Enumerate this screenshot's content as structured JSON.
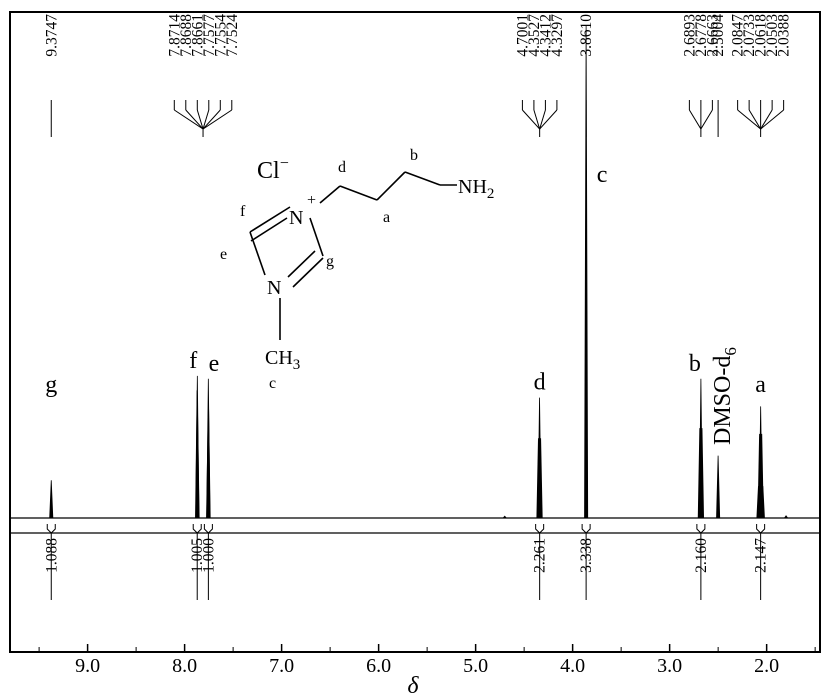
{
  "chart_data": {
    "type": "line",
    "xlabel": "δ",
    "xlim": [
      9.8,
      1.45
    ],
    "ticks": [
      9.0,
      8.0,
      7.0,
      6.0,
      5.0,
      4.0,
      3.0,
      2.0
    ],
    "tick_labels": [
      "9.0",
      "8.0",
      "7.0",
      "6.0",
      "5.0",
      "4.0",
      "3.0",
      "2.0"
    ],
    "peak_lists": [
      {
        "labels": [
          "9.3747"
        ],
        "center": 9.3747
      },
      {
        "labels": [
          "7.8714",
          "7.8688",
          "7.8661",
          "7.7577",
          "7.7554",
          "7.7524"
        ],
        "center": 7.81
      },
      {
        "labels": [
          "4.7001",
          "4.3527",
          "4.3412",
          "4.3297"
        ],
        "center": 4.34
      },
      {
        "labels": [
          "3.8610"
        ],
        "center": 3.861
      },
      {
        "labels": [
          "2.6893",
          "2.6778",
          "2.6663"
        ],
        "center": 2.678
      },
      {
        "labels": [
          "2.5004"
        ],
        "center": 2.5004
      },
      {
        "labels": [
          "2.0847",
          "2.0733",
          "2.0618",
          "2.0503",
          "2.0388"
        ],
        "center": 2.062
      }
    ],
    "peaks": [
      {
        "x": 9.3747,
        "h": 0.26
      },
      {
        "x": 7.8714,
        "h": 0.88
      },
      {
        "x": 7.8688,
        "h": 0.98
      },
      {
        "x": 7.8661,
        "h": 0.7
      },
      {
        "x": 7.7577,
        "h": 0.69
      },
      {
        "x": 7.7554,
        "h": 0.96
      },
      {
        "x": 7.7524,
        "h": 0.75
      },
      {
        "x": 4.7001,
        "h": 0.012
      },
      {
        "x": 4.3527,
        "h": 0.55
      },
      {
        "x": 4.3412,
        "h": 0.83
      },
      {
        "x": 4.3297,
        "h": 0.55
      },
      {
        "x": 3.861,
        "h": 4.5
      },
      {
        "x": 2.6893,
        "h": 0.62
      },
      {
        "x": 2.6778,
        "h": 0.96
      },
      {
        "x": 2.6663,
        "h": 0.62
      },
      {
        "x": 2.5004,
        "h": 0.43
      },
      {
        "x": 2.0847,
        "h": 0.22
      },
      {
        "x": 2.0733,
        "h": 0.58
      },
      {
        "x": 2.0618,
        "h": 0.77
      },
      {
        "x": 2.0503,
        "h": 0.58
      },
      {
        "x": 2.0388,
        "h": 0.22
      },
      {
        "x": 1.8,
        "h": 0.015
      }
    ],
    "integrals": [
      {
        "value": "1.088",
        "center": 9.3747
      },
      {
        "value": "1.005",
        "center": 7.87
      },
      {
        "value": "1.000",
        "center": 7.755
      },
      {
        "value": "2.261",
        "center": 4.34
      },
      {
        "value": "3.338",
        "center": 3.861
      },
      {
        "value": "2.160",
        "center": 2.678
      },
      {
        "value": "2.147",
        "center": 2.062
      }
    ],
    "peak_labels": [
      {
        "text": "g",
        "x": 9.3747
      },
      {
        "text": "f",
        "x": 7.87
      },
      {
        "text": "e",
        "x": 7.76
      },
      {
        "text": "d",
        "x": 4.34
      },
      {
        "text": "c",
        "x": 3.861
      },
      {
        "text": "b",
        "x": 2.678
      },
      {
        "text": "DMSO-d",
        "sub": "6",
        "x": 2.5
      },
      {
        "text": "a",
        "x": 2.062
      }
    ]
  },
  "structure": {
    "anion": "Cl",
    "anion_charge": "−",
    "cation_charge": "+",
    "n_plus": "N",
    "n_methyl": "N",
    "methyl": "CH",
    "methyl_sub": "3",
    "amine": "NH",
    "amine_sub": "2",
    "labels": {
      "a": "a",
      "b": "b",
      "c": "c",
      "d": "d",
      "e": "e",
      "f": "f",
      "g": "g"
    }
  }
}
